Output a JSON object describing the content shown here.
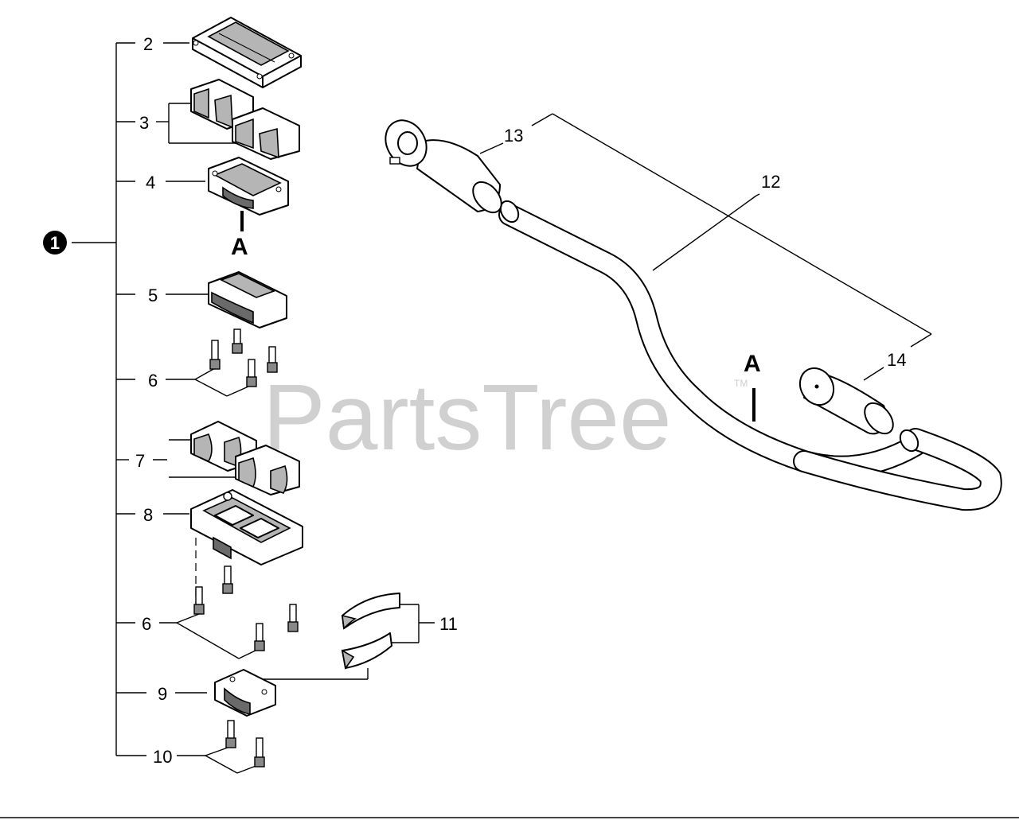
{
  "diagram": {
    "assembly_callout": "1",
    "callouts": {
      "c2": "2",
      "c3": "3",
      "c4": "4",
      "c5": "5",
      "c6a": "6",
      "c7": "7",
      "c8": "8",
      "c6b": "6",
      "c9": "9",
      "c10": "10",
      "c11": "11",
      "c12": "12",
      "c13": "13",
      "c14": "14"
    },
    "reference_marker": "A",
    "watermark": "PartsTree",
    "trademark": "TM"
  }
}
